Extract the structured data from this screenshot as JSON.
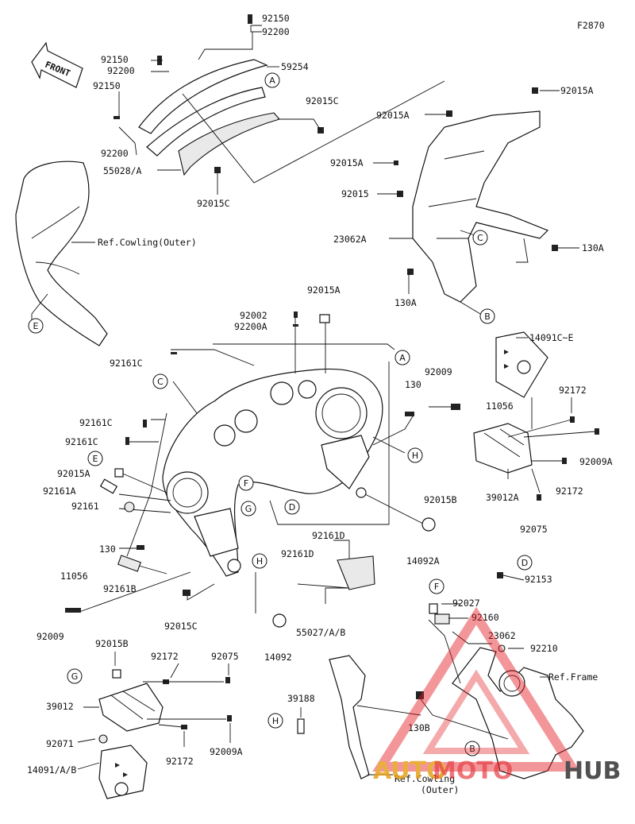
{
  "figure_id": "F2870",
  "front_label": "FRONT",
  "parts": [
    "92150",
    "92200",
    "59254",
    "92150",
    "92200",
    "92150",
    "92200",
    "92015C",
    "55028/A",
    "92015C",
    "92015A",
    "92015A",
    "92015A",
    "92015",
    "23062A",
    "130A",
    "130A",
    "92002",
    "92200A",
    "92015A",
    "92161C",
    "130",
    "92009",
    "11056",
    "14091C~E",
    "92172",
    "92009A",
    "92161C",
    "92161C",
    "92015A",
    "92161A",
    "92161",
    "130",
    "92161B",
    "11056",
    "92009",
    "92015C",
    "92015B",
    "39012A",
    "92172",
    "92075",
    "14092A",
    "92161D",
    "92161D",
    "55027/A/B",
    "14092",
    "92153",
    "92027",
    "92160",
    "23062",
    "92210",
    "130B",
    "39188",
    "92015B",
    "92172",
    "92075",
    "39012",
    "92071",
    "92172",
    "92009A",
    "14091/A/B"
  ],
  "refs": [
    "Ref.Cowling(Outer)",
    "Ref.Frame",
    "Ref.Cowling",
    "(Outer)"
  ],
  "callouts": [
    "A",
    "A",
    "B",
    "C",
    "C",
    "D",
    "D",
    "E",
    "E",
    "F",
    "F",
    "G",
    "G",
    "H",
    "H",
    "H",
    "B"
  ],
  "watermark": {
    "part1": "AUTO",
    "part2": "MOTO",
    "part3": "HUB"
  },
  "colors": {
    "ink": "#111111",
    "watermark_red": "#e21e26",
    "watermark_gold": "#e6a21c",
    "watermark_dark": "#333333"
  }
}
